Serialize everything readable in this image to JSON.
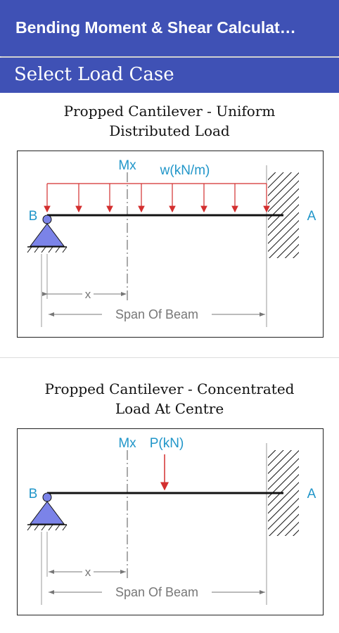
{
  "header": {
    "title": "Bending Moment & Shear Calculat…",
    "subtitle": "Select Load Case"
  },
  "cards": [
    {
      "title_line1": "Propped Cantilever - Uniform",
      "title_line2": "Distributed Load",
      "labels": {
        "moment": "Mx",
        "load": "w(kN/m)",
        "support_left": "B",
        "support_right": "A",
        "x": "x",
        "span": "Span Of Beam"
      }
    },
    {
      "title_line1": "Propped Cantilever - Concentrated",
      "title_line2": "Load At Centre",
      "labels": {
        "moment": "Mx",
        "load": "P(kN)",
        "support_left": "B",
        "support_right": "A",
        "x": "x",
        "span": "Span Of Beam"
      }
    }
  ],
  "colors": {
    "primary": "#3f51b5",
    "label_blue": "#2196c9",
    "load_red": "#d32f2f",
    "support_fill": "#7b83e8"
  }
}
